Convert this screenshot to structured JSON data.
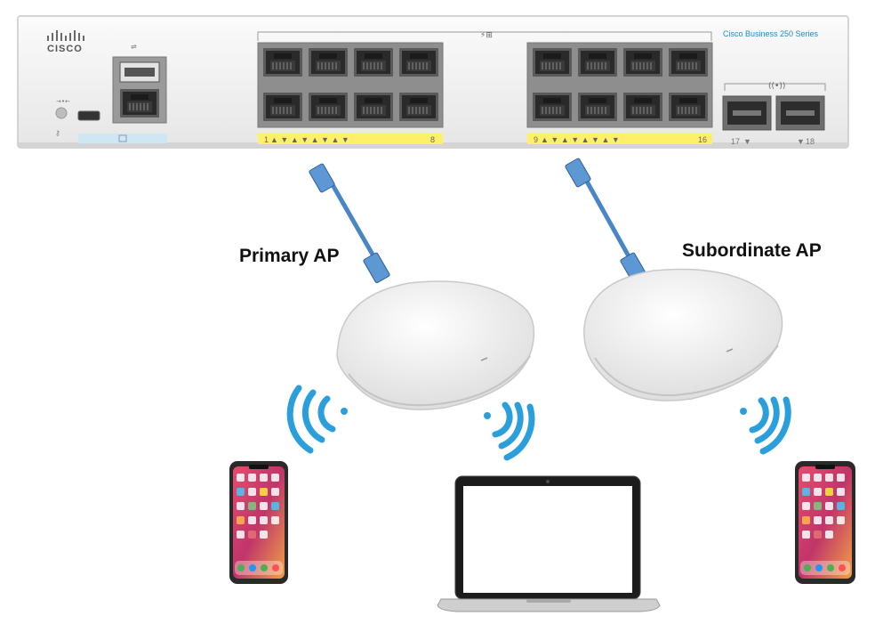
{
  "switch": {
    "brand": "CISCO",
    "series": "Cisco Business 250 Series",
    "port_group_a": {
      "start": "1",
      "end": "8"
    },
    "port_group_b": {
      "start": "9",
      "end": "16"
    },
    "sfp": {
      "left": "17",
      "right": "18"
    }
  },
  "labels": {
    "primary_ap": "Primary AP",
    "subordinate_ap": "Subordinate AP"
  },
  "colors": {
    "port_strip": "#fff06a",
    "wifi": "#2b9fdc",
    "cable": "#4a86c6",
    "usb_strip": "#cfe6f5"
  },
  "devices": [
    "phone-left",
    "laptop",
    "phone-right"
  ]
}
